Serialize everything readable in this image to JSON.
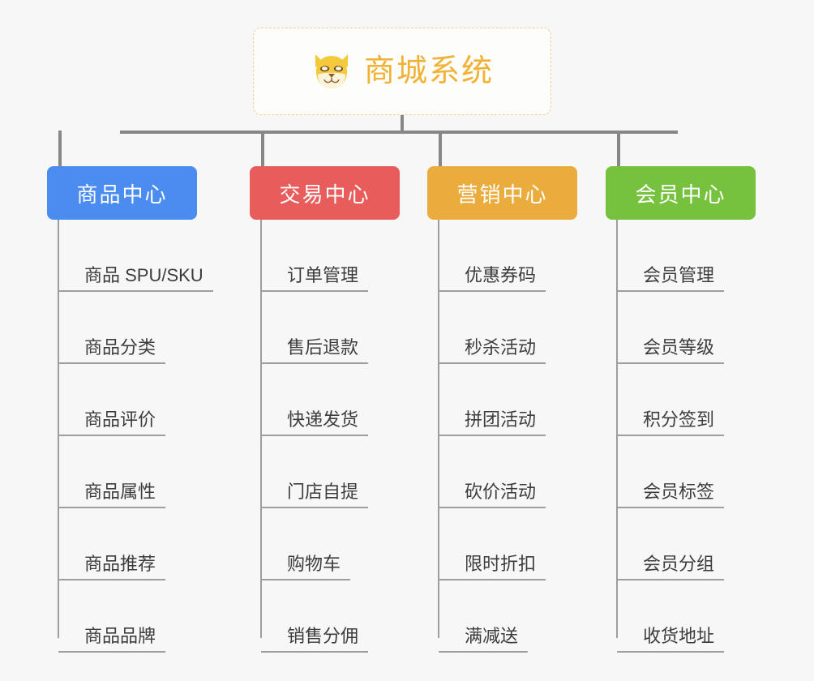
{
  "root": {
    "title": "商城系统",
    "icon": "shiba-dog-mascot-icon",
    "border_color": "#f3cf8e",
    "text_color": "#f0b135"
  },
  "background_color": "#f7f7f7",
  "connector_color": "#878787",
  "branches": [
    {
      "title": "商品中心",
      "color": "#4a8cf0",
      "items": [
        "商品 SPU/SKU",
        "商品分类",
        "商品评价",
        "商品属性",
        "商品推荐",
        "商品品牌"
      ]
    },
    {
      "title": "交易中心",
      "color": "#e85c5c",
      "items": [
        "订单管理",
        "售后退款",
        "快递发货",
        "门店自提",
        "购物车",
        "销售分佣"
      ]
    },
    {
      "title": "营销中心",
      "color": "#eaac3c",
      "items": [
        "优惠券码",
        "秒杀活动",
        "拼团活动",
        "砍价活动",
        "限时折扣",
        "满减送"
      ]
    },
    {
      "title": "会员中心",
      "color": "#76c23f",
      "items": [
        "会员管理",
        "会员等级",
        "积分签到",
        "会员标签",
        "会员分组",
        "收货地址"
      ]
    }
  ]
}
